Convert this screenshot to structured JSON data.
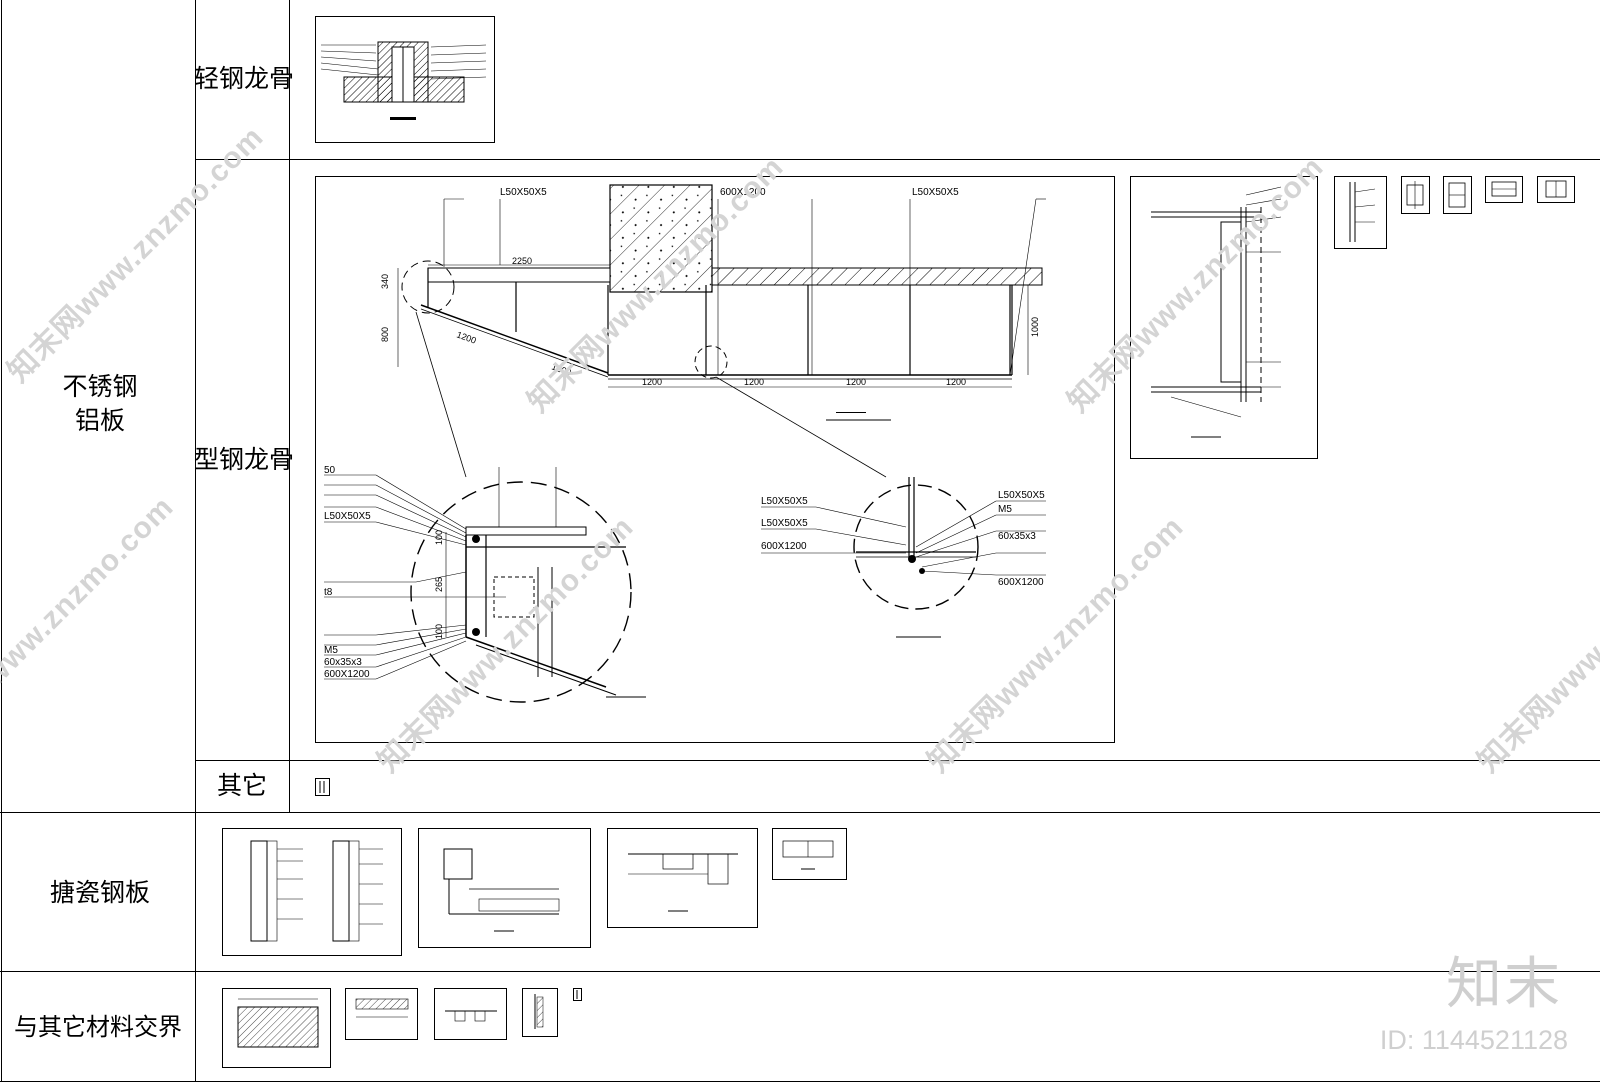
{
  "categories": {
    "stainless_aluminum": [
      "不锈钢",
      "铝板"
    ],
    "enamel_steel": "搪瓷钢板",
    "material_junction": "与其它材料交界"
  },
  "subcategories": {
    "light_steel_keel": "轻钢龙骨",
    "section_steel_keel": "型钢龙骨",
    "other": "其它"
  },
  "main_drawing": {
    "dimensions": {
      "top_span": "2250",
      "left_height_top": "340",
      "left_height_bottom": "800",
      "slope_1": "1200",
      "slope_2": "1200",
      "bay_1": "1200",
      "bay_2": "1200",
      "bay_3": "1200",
      "bay_4": "1200",
      "right_height": "1000",
      "detail_height_1": "100",
      "detail_height_2": "265",
      "detail_height_3": "100"
    },
    "labels": {
      "angle_1": "L50X50X5",
      "panel_top": "600X1200",
      "angle_2": "L50X50X5",
      "detail_a_1": "50",
      "detail_a_2": "L50X50X5",
      "detail_a_3": "t8",
      "detail_a_4": "M5",
      "detail_a_5": "60x35x3",
      "detail_a_6": "600X1200",
      "detail_b_1": "L50X50X5",
      "detail_b_2": "L50X50X5",
      "detail_b_3": "600X1200",
      "detail_b_4": "L50X50X5",
      "detail_b_5": "M5",
      "detail_b_6": "60x35x3",
      "detail_b_7": "600X1200"
    }
  },
  "watermark": {
    "site": "知末网www.znzmo.com",
    "brand": "知末",
    "id": "ID: 1144521128"
  },
  "colors": {
    "line": "#000000",
    "watermark": "#d4d4d4"
  }
}
